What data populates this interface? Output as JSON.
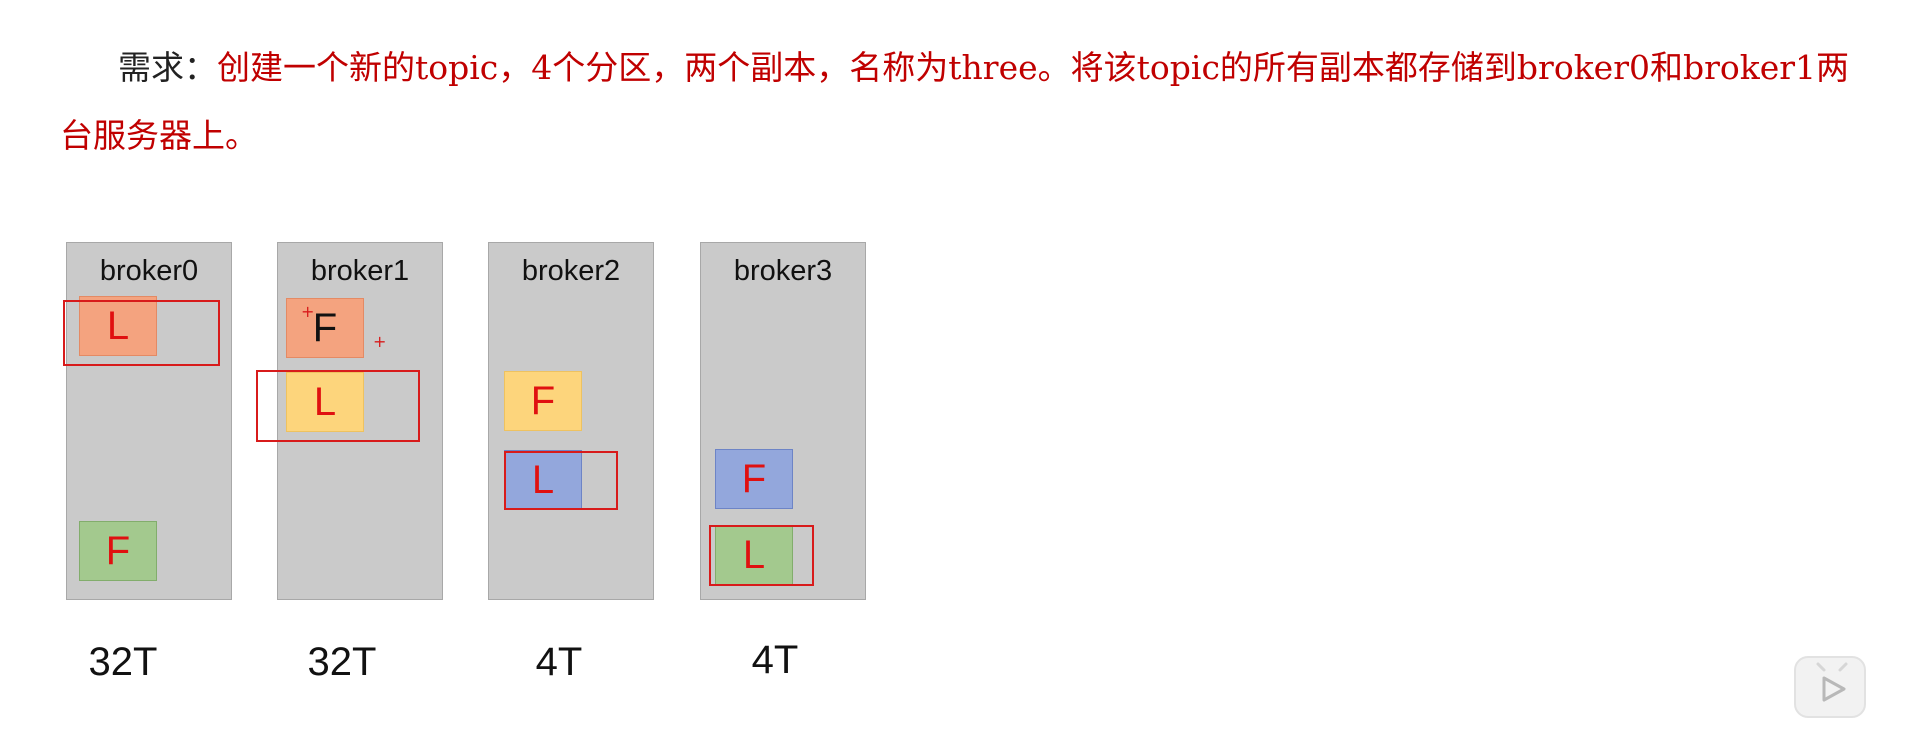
{
  "requirement": {
    "lead": "需求：",
    "text": "创建一个新的topic，4个分区，两个副本，名称为three。将该topic的所有副本都存储到broker0和broker1两台服务器上。"
  },
  "brokers": [
    {
      "name": "broker0",
      "capacity": "32T",
      "partitions": [
        {
          "role": "L",
          "color": "orange"
        },
        {
          "role": "F",
          "color": "green"
        }
      ]
    },
    {
      "name": "broker1",
      "capacity": "32T",
      "partitions": [
        {
          "role": "F",
          "color": "orange"
        },
        {
          "role": "L",
          "color": "yellow"
        }
      ]
    },
    {
      "name": "broker2",
      "capacity": "4T",
      "partitions": [
        {
          "role": "F",
          "color": "yellow"
        },
        {
          "role": "L",
          "color": "blue"
        }
      ]
    },
    {
      "name": "broker3",
      "capacity": "4T",
      "partitions": [
        {
          "role": "F",
          "color": "blue"
        },
        {
          "role": "L",
          "color": "green"
        }
      ]
    }
  ],
  "colors": {
    "text": "#c00000",
    "highlight": "#d81b1b",
    "orange": "#f4a37f",
    "yellow": "#fdd57c",
    "blue": "#93a7dc",
    "green": "#a3c98e",
    "broker_fill": "#cacaca"
  },
  "icons": {
    "player": "play-icon"
  }
}
